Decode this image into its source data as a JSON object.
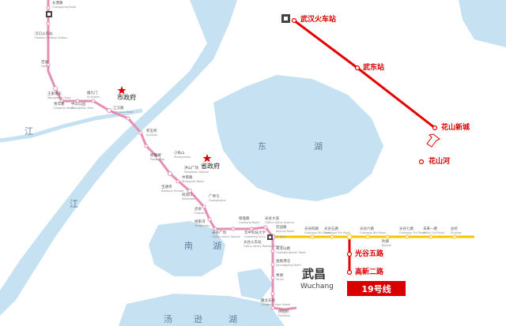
{
  "colors": {
    "water": "#c6e2f2",
    "line2": "#e58fb5",
    "line11": "#f4c800",
    "line19": "#e30000",
    "label_red": "#d90000"
  },
  "district": {
    "zh": "武昌",
    "en": "Wuchang"
  },
  "legend": {
    "line": "19号线"
  },
  "water_labels": {
    "jiang_1": "江",
    "jiang_2": "江",
    "east_lake_1": "东",
    "east_lake_2": "湖",
    "south_lake_1": "南",
    "south_lake_2": "湖",
    "tangxun_1": "汤",
    "tangxun_2": "逊",
    "tangxun_3": "湖"
  },
  "pois": {
    "city_gov": "市政府",
    "prov_gov": "省政府"
  },
  "line19_stations": {
    "wuhan_rs": "武汉火车站",
    "wudong": "武东站",
    "huashan": "花山新城",
    "huashanhe": "花山河",
    "guanggu5": "光谷五路",
    "gaoxin2": "高新二路"
  },
  "line2_stations": [
    {
      "zh": "长港路",
      "en": "Changgang Road"
    },
    {
      "zh": "汉口火车站",
      "en": "Hankou Railway Station"
    },
    {
      "zh": "范湖",
      "en": "Fanhu"
    },
    {
      "zh": "王家墩东",
      "en": "Wangjiadun East"
    },
    {
      "zh": "循礼门",
      "en": "Xunlimen"
    },
    {
      "zh": "中山公园",
      "en": "Zhongshan Park"
    },
    {
      "zh": "青年路",
      "en": "Qingnian Road"
    },
    {
      "zh": "江汉路",
      "en": "Jianghan Road"
    },
    {
      "zh": "积玉桥",
      "en": "Jiyuqiao"
    },
    {
      "zh": "螃蟹岬",
      "en": "Pangxiejia"
    },
    {
      "zh": "小龟山",
      "en": "Xiaoguishan"
    },
    {
      "zh": "洪山广场",
      "en": "Hongshan Square"
    },
    {
      "zh": "中南路",
      "en": "Zhongnan Road"
    },
    {
      "zh": "宝通寺",
      "en": "Baotong Temple"
    },
    {
      "zh": "街道口",
      "en": "Jiedaokou"
    },
    {
      "zh": "广埠屯",
      "en": "Guangbutun"
    },
    {
      "zh": "虎泉",
      "en": "Huquan"
    },
    {
      "zh": "杨家湾",
      "en": "Yangjiawan"
    },
    {
      "zh": "光谷广场",
      "en": "Optics Valley Square"
    },
    {
      "zh": "珞雄路",
      "en": "Luoxiong Road"
    },
    {
      "zh": "华中科技大学",
      "en": "Huazhong Univ. of Sci. & Tech."
    },
    {
      "zh": "光谷大道",
      "en": "Optics Valley Avenue"
    },
    {
      "zh": "佳园路",
      "en": "Jiayuan Road"
    },
    {
      "zh": "光谷火车站",
      "en": "Optics Valley Railway Station"
    },
    {
      "zh": "黄龙山路",
      "en": "Huanglongshan Road"
    },
    {
      "zh": "金融港北",
      "en": "Jinronggang North"
    },
    {
      "zh": "秀湖",
      "en": "Xiuhu"
    },
    {
      "zh": "藏龙东街",
      "en": "Canglong East Street"
    },
    {
      "zh": "佛祖岭",
      "en": "Fozuling"
    }
  ],
  "line11_stations": [
    {
      "zh": "光谷四路",
      "en": "Guanggu 4th Road"
    },
    {
      "zh": "光谷五路",
      "en": "Guanggu 5th Road"
    },
    {
      "zh": "光谷六路",
      "en": "Guanggu 6th Road"
    },
    {
      "zh": "豹澥",
      "en": "Baoxie"
    },
    {
      "zh": "光谷七路",
      "en": "Guanggu 7th Road"
    },
    {
      "zh": "未来一路",
      "en": "Weilai 1st Road"
    },
    {
      "zh": "左岭",
      "en": "Zuoling"
    }
  ]
}
